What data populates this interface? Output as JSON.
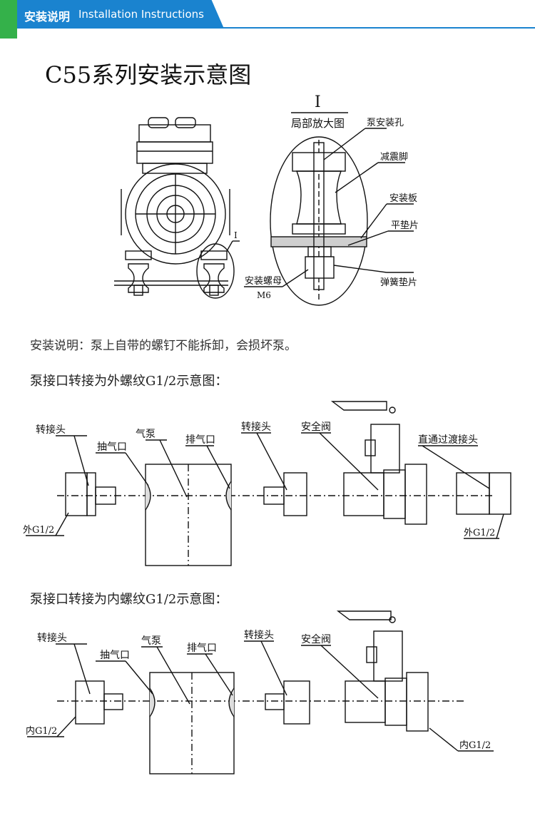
{
  "header": {
    "title_cn": "安装说明",
    "title_en": "Installation Instructions"
  },
  "title": "C55系列安装示意图",
  "detail": {
    "roman": "I",
    "caption": "局部放大图",
    "labels": [
      "泵安装孔",
      "减震脚",
      "安装板",
      "平垫片",
      "弹簧垫片",
      "安装螺母",
      "M6"
    ],
    "pump_marker": "I"
  },
  "note": "安装说明：泵上自带的螺钉不能拆卸，会损坏泵。",
  "external": {
    "heading": "泵接口转接为外螺纹G1/2示意图：",
    "labels": [
      "转接头",
      "抽气口",
      "气泵",
      "排气口",
      "转接头",
      "安全阀",
      "直通过渡接头",
      "外G1/2",
      "外G1/2"
    ]
  },
  "internal": {
    "heading": "泵接口转接为内螺纹G1/2示意图：",
    "labels": [
      "转接头",
      "抽气口",
      "气泵",
      "排气口",
      "转接头",
      "安全阀",
      "内G1/2",
      "内G1/2"
    ]
  }
}
